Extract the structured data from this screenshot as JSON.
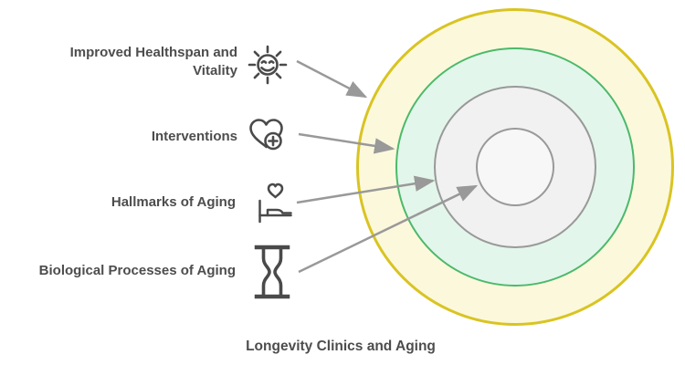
{
  "title": "Longevity Clinics and Aging",
  "legend": {
    "items": [
      {
        "label": "Improved Healthspan and Vitality",
        "icon": "sun-smile-icon",
        "points_to_ring": 1
      },
      {
        "label": "Interventions",
        "icon": "heart-plus-icon",
        "points_to_ring": 2
      },
      {
        "label": "Hallmarks of Aging",
        "icon": "heart-bed-icon",
        "points_to_ring": 3
      },
      {
        "label": "Biological Processes of Aging",
        "icon": "hourglass-icon",
        "points_to_ring": 4
      }
    ]
  },
  "rings": [
    {
      "position": "outermost",
      "fill": "#FCF8DC",
      "stroke": "#D9C422"
    },
    {
      "position": "second",
      "fill": "#E3F6EB",
      "stroke": "#4CB96B"
    },
    {
      "position": "third",
      "fill": "#F1F1F1",
      "stroke": "#999999"
    },
    {
      "position": "innermost",
      "fill": "#F7F7F7",
      "stroke": "#999999"
    }
  ],
  "colors": {
    "text": "#4D4D4D",
    "icon": "#4A4A4A",
    "arrow": "#999999",
    "background": "#FFFFFF"
  }
}
